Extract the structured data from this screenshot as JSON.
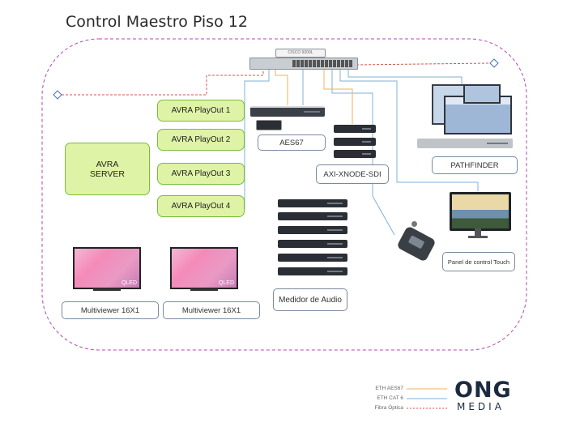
{
  "title": "Control Maestro Piso 12",
  "switch": {
    "label": "CISCO 9200L"
  },
  "playouts": [
    "AVRA PlayOut 1",
    "AVRA PlayOut 2",
    "AVRA PlayOut 3",
    "AVRA PlayOut 4"
  ],
  "server": {
    "line1": "AVRA",
    "line2": "SERVER"
  },
  "labels": {
    "aes67": "AES67",
    "axi": "AXI-XNODE-SDI",
    "pathfinder": "PATHFINDER",
    "panel": "Panel de control Touch",
    "medidor": "Medidor de Audio",
    "multiviewer1": "Multiviewer 16X1",
    "multiviewer2": "Multiviewer 16X1"
  },
  "tv_brand": "QLED",
  "legend": {
    "items": [
      {
        "label": "ETH AES67",
        "color": "#f0b35a",
        "style": "solid"
      },
      {
        "label": "ETH CAT 6",
        "color": "#7fb0d8",
        "style": "solid"
      },
      {
        "label": "Fibra Óptica",
        "color": "#d9534f",
        "style": "dotted"
      }
    ]
  },
  "brand": {
    "top": "ONG",
    "bottom": "MEDIA"
  },
  "colors": {
    "boundary": "#b24ab0",
    "fiber": "#d9534f",
    "aes67": "#f0b35a",
    "cat6": "#7fb0d8",
    "green_fill": "#dff3a6",
    "green_border": "#7cbb3c"
  }
}
